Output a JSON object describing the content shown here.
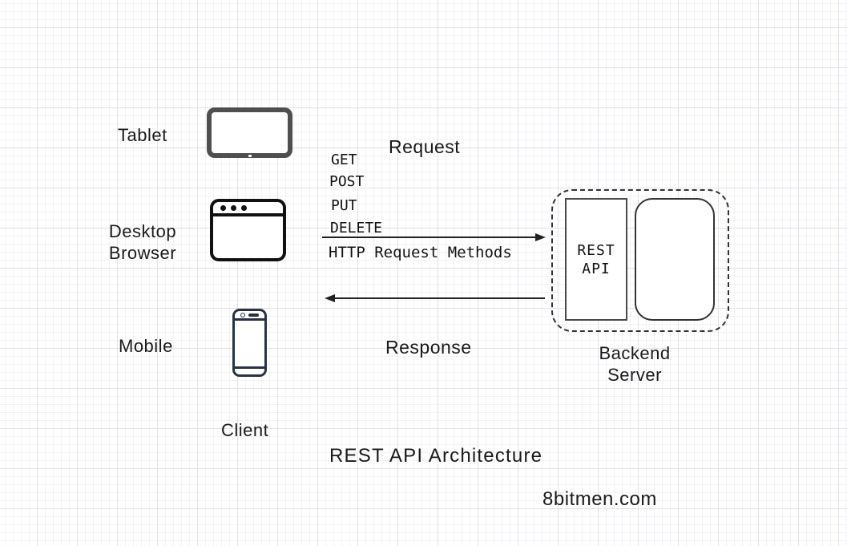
{
  "colors": {
    "tablet_icon": "#4f4f4f",
    "browser_icon": "#111111",
    "mobile_icon": "#283245",
    "text": "#1a1a1a",
    "arrow": "#222222"
  },
  "clients": {
    "tablet": "Tablet",
    "desktop_line1": "Desktop",
    "desktop_line2": "Browser",
    "mobile": "Mobile",
    "group_label": "Client"
  },
  "request": {
    "label": "Request",
    "methods": [
      "GET",
      "POST",
      "PUT",
      "DELETE"
    ],
    "caption": "HTTP Request Methods"
  },
  "response": {
    "label": "Response"
  },
  "backend": {
    "api_line1": "REST",
    "api_line2": "API",
    "label_line1": "Backend",
    "label_line2": "Server"
  },
  "title": "REST API Architecture",
  "watermark": "8bitmen.com"
}
